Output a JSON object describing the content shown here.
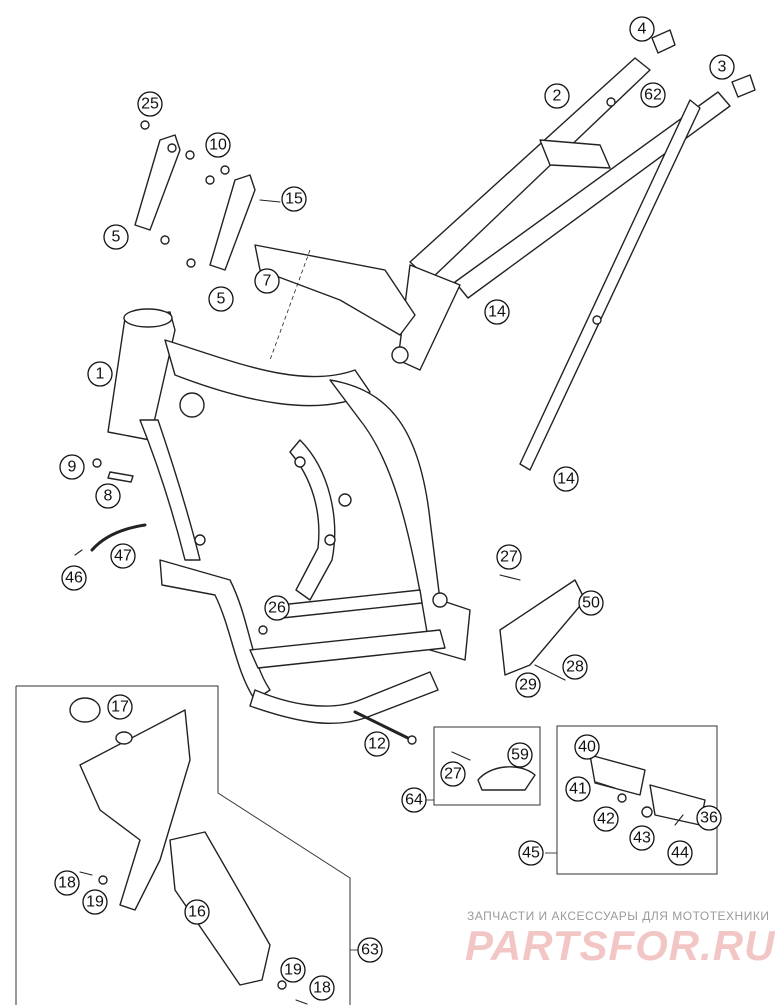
{
  "callouts": [
    "1",
    "2",
    "3",
    "4",
    "5",
    "5",
    "7",
    "8",
    "9",
    "10",
    "12",
    "14",
    "14",
    "15",
    "16",
    "17",
    "18",
    "18",
    "19",
    "19",
    "25",
    "26",
    "27",
    "27",
    "28",
    "29",
    "36",
    "40",
    "41",
    "42",
    "43",
    "44",
    "45",
    "46",
    "47",
    "50",
    "59",
    "62",
    "63",
    "64"
  ],
  "watermark": {
    "tagline": "ЗАПЧАСТИ И АКСЕССУАРЫ ДЛЯ МОТОТЕХНИКИ",
    "logo": "PARTSFOR.RU"
  }
}
